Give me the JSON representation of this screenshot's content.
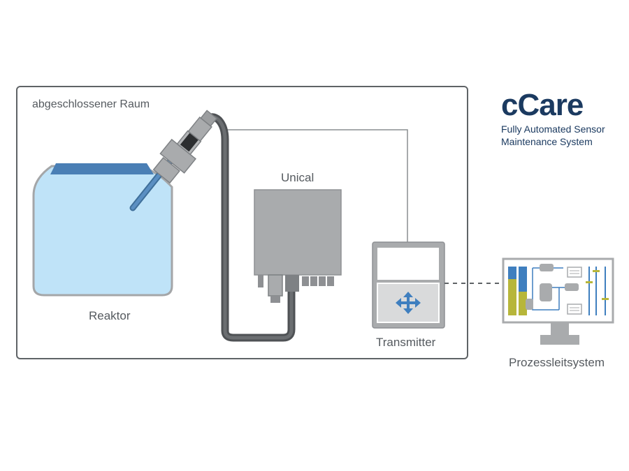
{
  "labels": {
    "room": "abgeschlossener Raum",
    "reactor": "Reaktor",
    "unical": "Unical",
    "transmitter": "Transmitter",
    "process_control": "Prozessleitsystem"
  },
  "brand": {
    "title": "cCare",
    "subtitle_line1": "Fully Automated Sensor",
    "subtitle_line2": "Maintenance System"
  },
  "colors": {
    "brand": "#1b3a60",
    "tank_fill": "#bfe3f8",
    "tank_liquid_top": "#4a7fb5",
    "device_gray": "#a9abad",
    "arrow_blue": "#3f7fbf",
    "hose": "#5a5d60",
    "accent_yellow": "#b7b63a"
  },
  "icons": {
    "navigation_keypad": "four-way-arrows-icon",
    "monitor": "monitor-icon"
  }
}
